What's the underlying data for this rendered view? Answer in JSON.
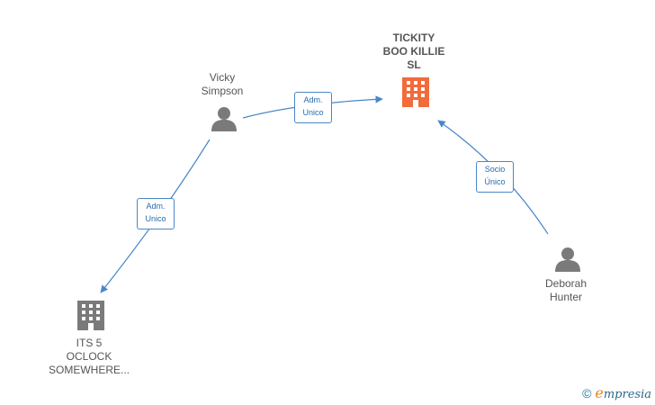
{
  "nodes": {
    "tickity": {
      "label": "TICKITY\nBOO KILLIE\nSL",
      "type": "company",
      "color": "#f26b3a"
    },
    "vicky": {
      "label": "Vicky\nSimpson",
      "type": "person"
    },
    "deborah": {
      "label": "Deborah\nHunter",
      "type": "person"
    },
    "its5": {
      "label": "ITS 5\nOCLOCK\nSOMEWHERE...",
      "type": "company",
      "color": "#7a7a7a"
    }
  },
  "edges": {
    "vicky_tickity": {
      "label": "Adm.\nUnico"
    },
    "vicky_its5": {
      "label": "Adm.\nUnico"
    },
    "deborah_tickity": {
      "label": "Socio\nÚnico"
    }
  },
  "brand": {
    "copyright": "©",
    "e": "e",
    "rest": "mpresia"
  },
  "colors": {
    "edge": "#4a86c8",
    "person": "#7a7a7a",
    "company_main": "#f26b3a",
    "company_other": "#7a7a7a"
  }
}
